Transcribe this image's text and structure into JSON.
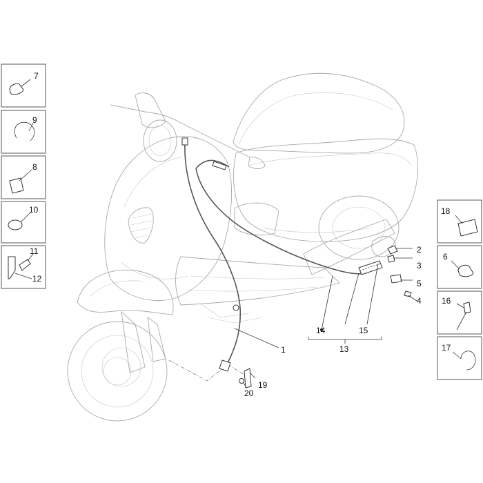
{
  "labels": {
    "p1": "1",
    "p2": "2",
    "p3": "3",
    "p4": "4",
    "p5": "5",
    "p6": "6",
    "p7": "7",
    "p8": "8",
    "p9": "9",
    "p10": "10",
    "p11": "11",
    "p12": "12",
    "p13": "13",
    "p14": "14",
    "p15": "15",
    "p16": "16",
    "p17": "17",
    "p18": "18",
    "p19": "19",
    "p20": "20"
  }
}
